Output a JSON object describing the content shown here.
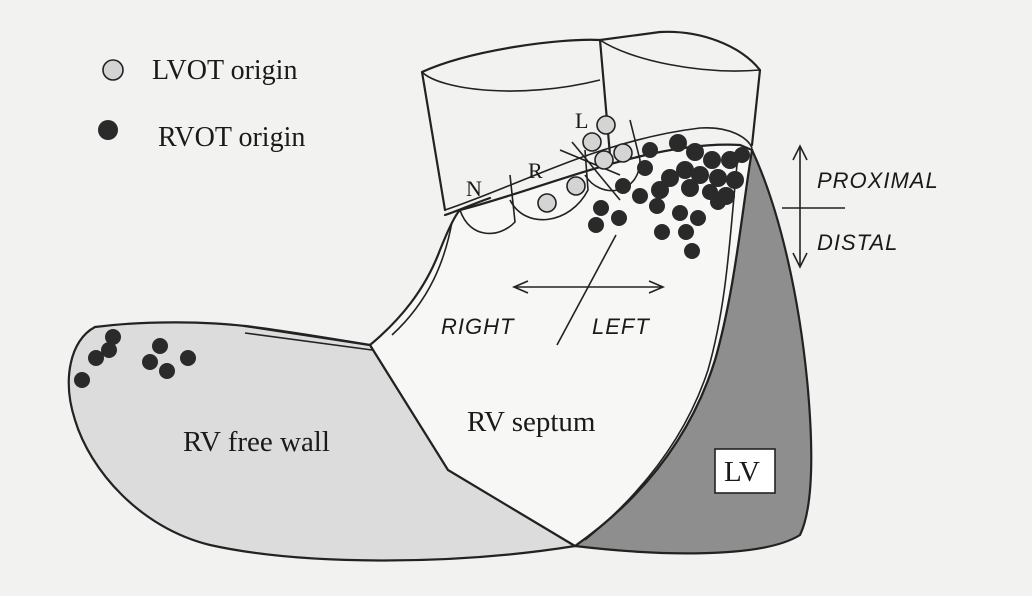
{
  "legend": {
    "lvot_label": "LVOT origin",
    "rvot_label": "RVOT origin"
  },
  "cusps": {
    "left": "L",
    "right": "R",
    "non": "N"
  },
  "directions": {
    "proximal": "PROXIMAL",
    "distal": "DISTAL",
    "right": "RIGHT",
    "left": "LEFT"
  },
  "regions": {
    "rv_free_wall": "RV free wall",
    "rv_septum": "RV septum",
    "lv": "LV"
  },
  "colors": {
    "background": "#f2f2f0",
    "free_wall_fill": "#dcdcdc",
    "lv_fill": "#8e8e8e",
    "lvot_dot": "#d4d4d4",
    "rvot_dot": "#2a2a2a",
    "line": "#222222"
  }
}
